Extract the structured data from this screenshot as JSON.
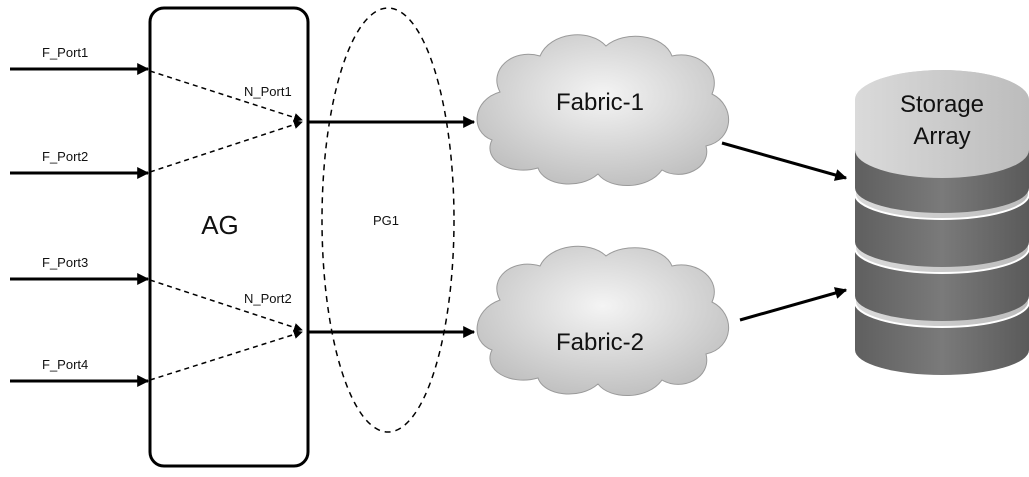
{
  "diagram": {
    "ag_label": "AG",
    "pg_label": "PG1",
    "f_ports": [
      "F_Port1",
      "F_Port2",
      "F_Port3",
      "F_Port4"
    ],
    "n_ports": [
      "N_Port1",
      "N_Port2"
    ],
    "fabrics": [
      "Fabric-1",
      "Fabric-2"
    ],
    "storage": {
      "line1": "Storage",
      "line2": "Array"
    }
  },
  "colors": {
    "stroke": "#000000",
    "cloud_fill": "#dcdcdc",
    "storage_light": "#cfcfcf",
    "storage_dark": "#6e6e6e"
  }
}
